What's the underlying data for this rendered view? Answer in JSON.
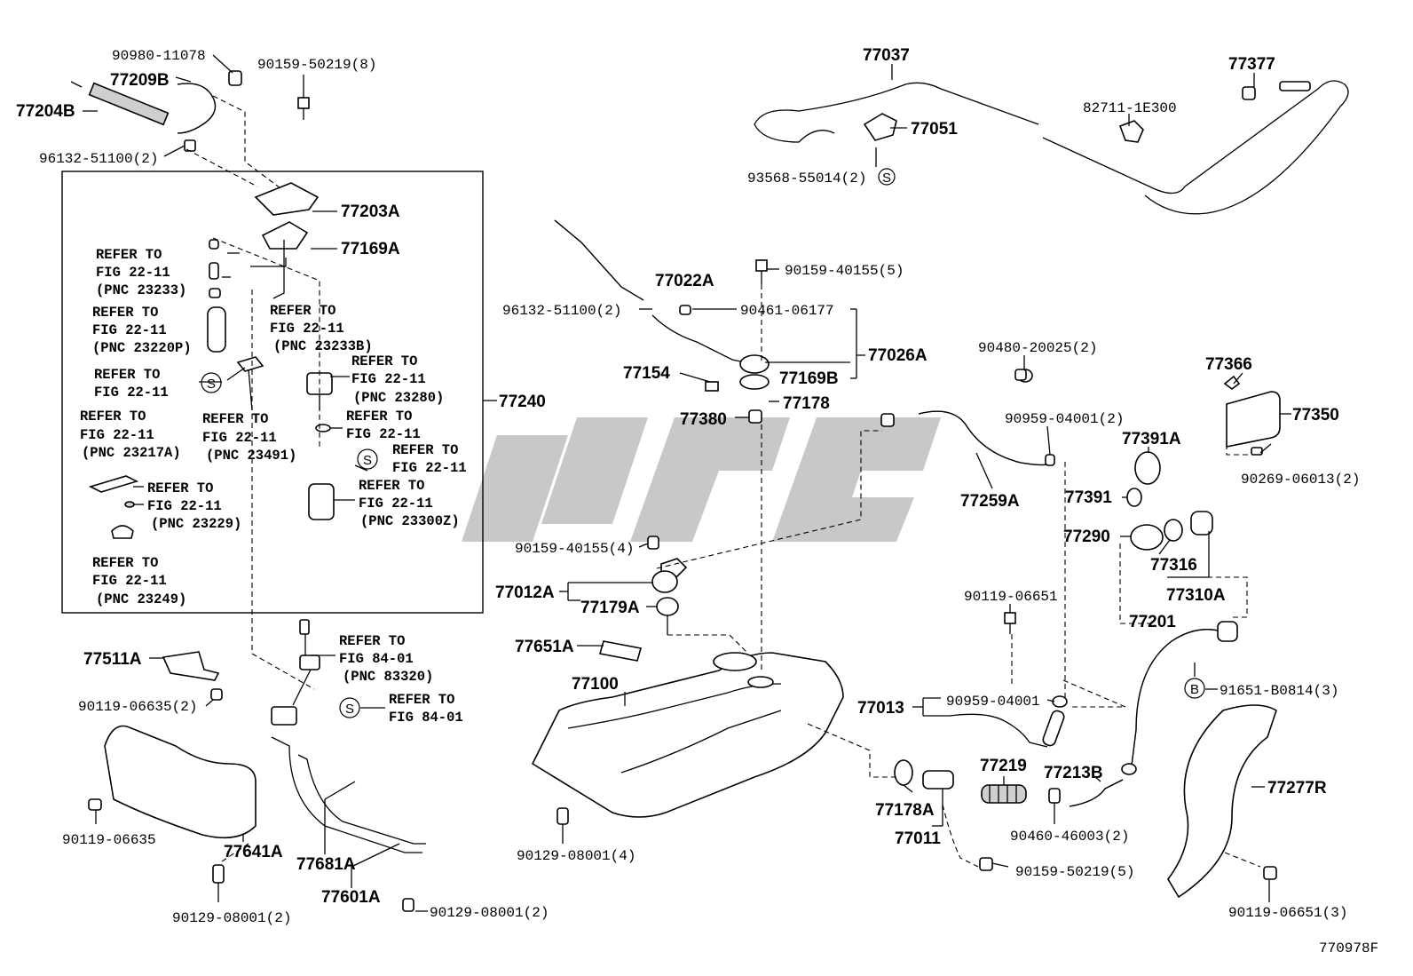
{
  "labels": {
    "p90980_11078": "90980-11078",
    "p77209B": "77209B",
    "p77204B": "77204B",
    "p90159_50219_8": "90159-50219(8)",
    "p96132_51100_2a": "96132-51100(2)",
    "p77203A": "77203A",
    "p77169A": "77169A",
    "p77240": "77240",
    "p77037": "77037",
    "p77051": "77051",
    "p93568_55014": "93568-55014(2)",
    "p77377": "77377",
    "p82711_1E300": "82711-1E300",
    "p77022A": "77022A",
    "p90159_40155_5": "90159-40155(5)",
    "p96132_51100_2b": "96132-51100(2)",
    "p90461_06177": "90461-06177",
    "p77026A": "77026A",
    "p77154": "77154",
    "p77169B": "77169B",
    "p77178": "77178",
    "p77380": "77380",
    "p90480_20025": "90480-20025(2)",
    "p77366": "77366",
    "p77350": "77350",
    "p90269_06013": "90269-06013(2)",
    "p90959_04001_2": "90959-04001(2)",
    "p77259A": "77259A",
    "p77391A": "77391A",
    "p77391": "77391",
    "p77290": "77290",
    "p77316": "77316",
    "p77310A": "77310A",
    "p90159_40155_4": "90159-40155(4)",
    "p77012A": "77012A",
    "p77179A": "77179A",
    "p77651A": "77651A",
    "p90119_06651": "90119-06651",
    "p77201": "77201",
    "p91651_B0814": "91651-B0814(3)",
    "p77100": "77100",
    "p77013": "77013",
    "p90959_04001": "90959-04001",
    "p77277R": "77277R",
    "p77511A": "77511A",
    "p90119_06635_2": "90119-06635(2)",
    "p90119_06635": "90119-06635",
    "p77641A": "77641A",
    "p90129_08001_2a": "90129-08001(2)",
    "p77681A": "77681A",
    "p77601A": "77601A",
    "p90129_08001_2b": "90129-08001(2)",
    "p90129_08001_4": "90129-08001(4)",
    "p77219": "77219",
    "p77213B": "77213B",
    "p77178A": "77178A",
    "p77011": "77011",
    "p90460_46003": "90460-46003(2)",
    "p90159_50219_5": "90159-50219(5)",
    "p90119_06651_3": "90119-06651(3)",
    "figure_code": "770978F"
  },
  "refs": {
    "refer_to": "REFER TO",
    "fig_22_11": "FIG 22-11",
    "fig_84_01": "FIG 84-01",
    "pnc_23233": "(PNC 23233)",
    "pnc_23220P": "(PNC 23220P)",
    "pnc_23233B": "(PNC 23233B)",
    "pnc_23280": "(PNC 23280)",
    "pnc_23217A": "(PNC 23217A)",
    "pnc_23491": "(PNC 23491)",
    "pnc_23229": "(PNC 23229)",
    "pnc_23249": "(PNC 23249)",
    "pnc_23300Z": "(PNC 23300Z)",
    "pnc_83320": "(PNC 83320)"
  },
  "symbols": {
    "s": "S",
    "b": "B"
  }
}
